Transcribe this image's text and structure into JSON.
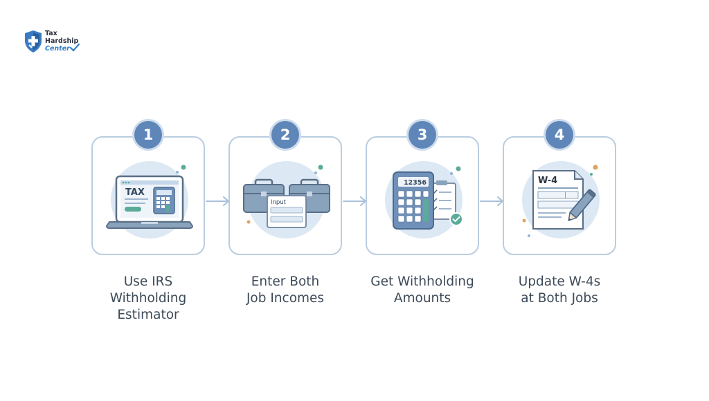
{
  "brand": {
    "line1": "Tax",
    "line2": "Hardship",
    "line3": "Center",
    "colors": {
      "dark": "#2b3440",
      "accent": "#2f80c8",
      "shield": "#3b7bc4"
    }
  },
  "steps": [
    {
      "number": "1",
      "label": "Use IRS\nWithholding\nEstimator",
      "icon": "laptop-tax-calculator-icon",
      "screen_text": "TAX"
    },
    {
      "number": "2",
      "label": "Enter Both\nJob Incomes",
      "icon": "two-briefcases-input-form-icon",
      "screen_text": "Input"
    },
    {
      "number": "3",
      "label": "Get Withholding\nAmounts",
      "icon": "calculator-checklist-icon",
      "screen_text": "12356"
    },
    {
      "number": "4",
      "label": "Update W-4s\nat Both Jobs",
      "icon": "w4-form-pencil-icon",
      "screen_text": "W-4"
    }
  ],
  "colors": {
    "card_border": "#b9cde0",
    "badge": "#5e86b8",
    "circle_bg": "#dce8f3",
    "arrow": "#a8c0d8",
    "text": "#3d4a58"
  }
}
